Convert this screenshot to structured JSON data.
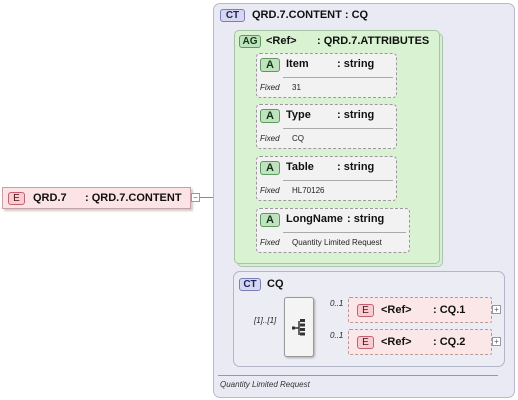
{
  "root_element": {
    "badge": "E",
    "name": "QRD.7",
    "type": ": QRD.7.CONTENT"
  },
  "complex_type": {
    "badge": "CT",
    "title": "QRD.7.CONTENT : CQ",
    "documentation": "Quantity Limited Request"
  },
  "attribute_group": {
    "badge": "AG",
    "ref": "<Ref>",
    "name": ": QRD.7.ATTRIBUTES",
    "attributes": [
      {
        "badge": "A",
        "name": "Item",
        "type": ": string",
        "fixed_label": "Fixed",
        "fixed_value": "31"
      },
      {
        "badge": "A",
        "name": "Type",
        "type": ": string",
        "fixed_label": "Fixed",
        "fixed_value": "CQ"
      },
      {
        "badge": "A",
        "name": "Table",
        "type": ": string",
        "fixed_label": "Fixed",
        "fixed_value": "HL70126"
      },
      {
        "badge": "A",
        "name": "LongName",
        "type": ": string",
        "fixed_label": "Fixed",
        "fixed_value": "Quantity Limited Request"
      }
    ]
  },
  "cq_type": {
    "badge": "CT",
    "name": "CQ",
    "sequence_cardinality": "[1]..[1]",
    "children": [
      {
        "badge": "E",
        "ref": "<Ref>",
        "name": ": CQ.1",
        "cardinality": "0..1"
      },
      {
        "badge": "E",
        "ref": "<Ref>",
        "name": ": CQ.2",
        "cardinality": "0..1"
      }
    ]
  }
}
